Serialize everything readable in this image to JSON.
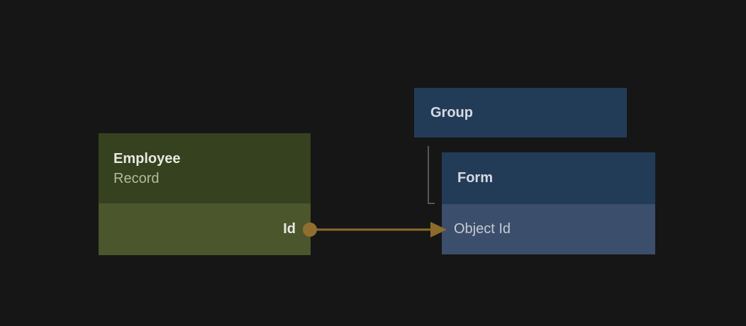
{
  "canvas": {
    "background_color": "#161616"
  },
  "nodes": {
    "employee": {
      "title": "Employee",
      "subtitle": "Record",
      "field": "Id",
      "header_color": "#36411f",
      "body_color": "#4b562d"
    },
    "group": {
      "title": "Group",
      "header_color": "#223c58"
    },
    "form": {
      "title": "Form",
      "field": "Object Id",
      "header_color": "#223c58",
      "body_color": "#3b4e6b"
    }
  },
  "edges": {
    "id_to_object_id": {
      "from_node": "Employee Record",
      "from_field": "Id",
      "to_node": "Form",
      "to_field": "Object Id",
      "type": "arrow",
      "color": "#8e6b2a"
    },
    "group_to_form": {
      "from_node": "Group",
      "to_node": "Form",
      "type": "elbow",
      "color": "#56565a"
    }
  }
}
